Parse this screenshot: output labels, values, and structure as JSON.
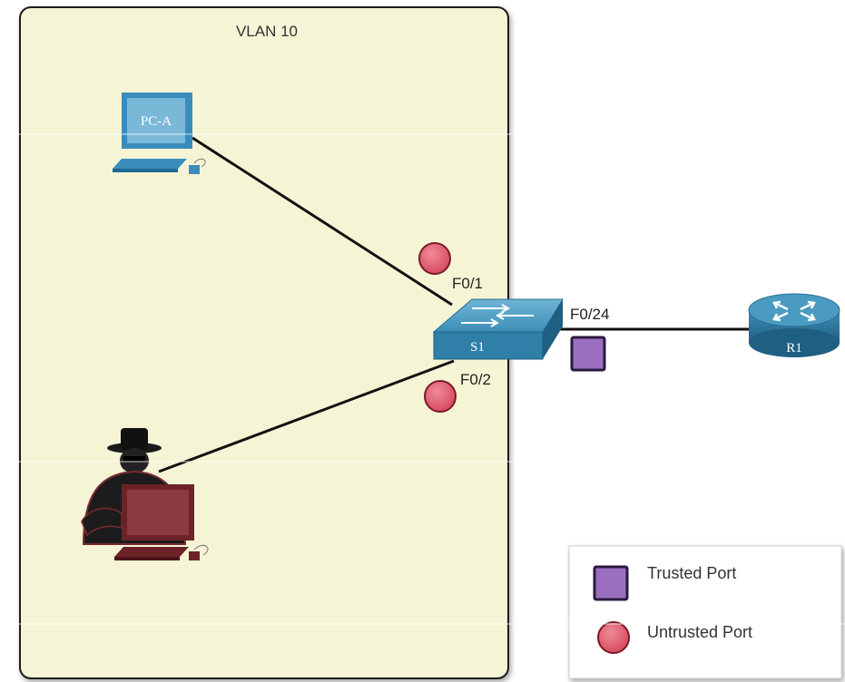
{
  "vlan": {
    "label": "VLAN 10"
  },
  "devices": {
    "pc_a": {
      "label": "PC-A"
    },
    "switch": {
      "label": "S1"
    },
    "router": {
      "label": "R1"
    }
  },
  "ports": {
    "f01": {
      "label": "F0/1",
      "type": "untrusted"
    },
    "f02": {
      "label": "F0/2",
      "type": "untrusted"
    },
    "f024": {
      "label": "F0/24",
      "type": "trusted"
    }
  },
  "legend": {
    "trusted": {
      "label": "Trusted Port",
      "color": "#9a6fc0"
    },
    "untrusted": {
      "label": "Untrusted Port",
      "color": "#d9566a"
    }
  },
  "colors": {
    "vlan_fill": "#f5f5d6",
    "device_blue": "#2f7fa8",
    "attacker_red": "#7a2a30"
  }
}
